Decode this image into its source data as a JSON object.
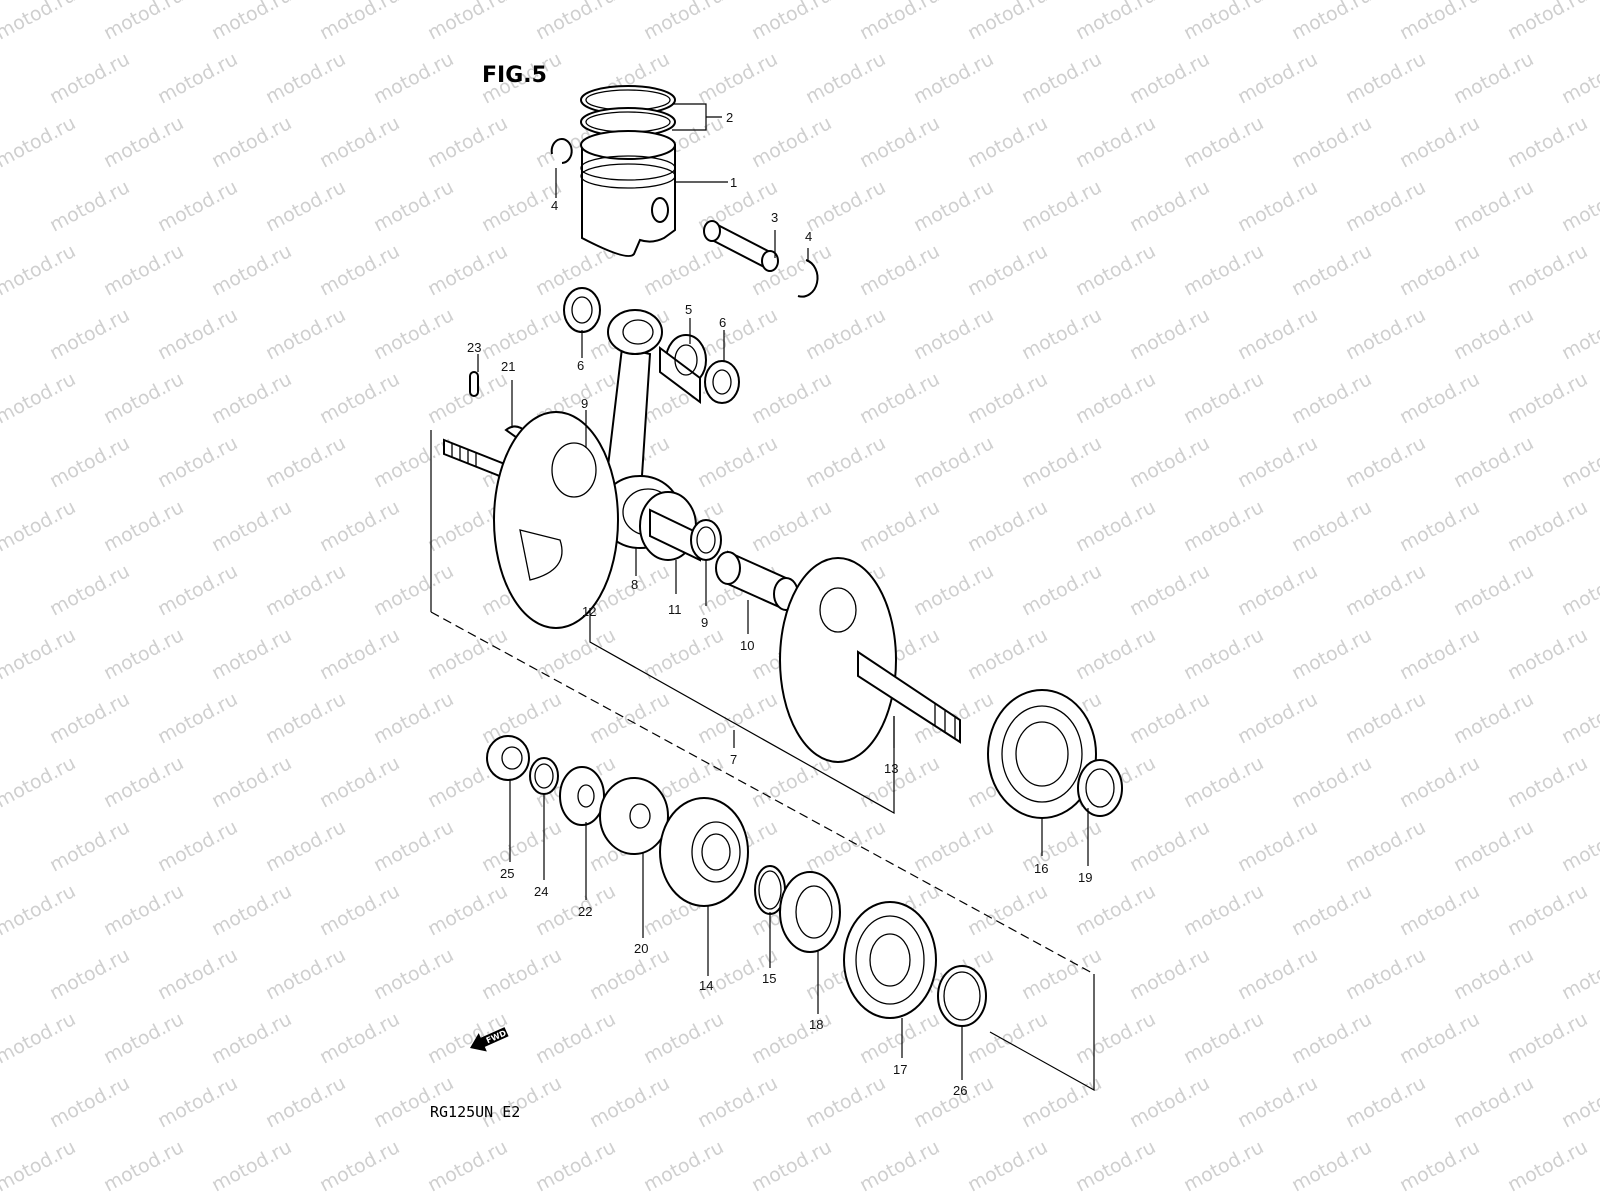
{
  "title": "FIG.5",
  "model_code": "RG125UN E2",
  "fwd_label": "FWD",
  "watermark": "motod.ru",
  "callouts": {
    "c1": "1",
    "c2": "2",
    "c3": "3",
    "c4a": "4",
    "c4b": "4",
    "c5": "5",
    "c6a": "6",
    "c6b": "6",
    "c7": "7",
    "c8": "8",
    "c9a": "9",
    "c9b": "9",
    "c10": "10",
    "c11": "11",
    "c12": "12",
    "c13": "13",
    "c14": "14",
    "c15": "15",
    "c16": "16",
    "c17": "17",
    "c18": "18",
    "c19": "19",
    "c20": "20",
    "c21": "21",
    "c22": "22",
    "c23": "23",
    "c24": "24",
    "c25": "25",
    "c26": "26"
  }
}
